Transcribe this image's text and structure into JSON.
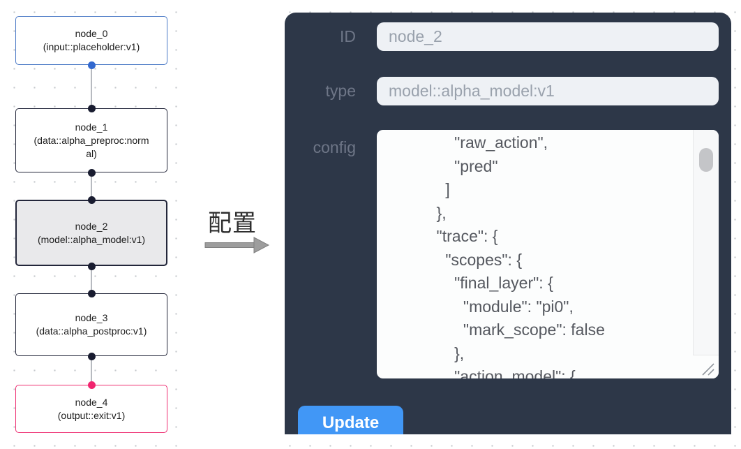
{
  "flow": {
    "nodes": [
      {
        "title": "node_0",
        "subtitle": "(input::placeholder:v1)",
        "kind": "input"
      },
      {
        "title": "node_1",
        "subtitle": "(data::alpha_preproc:normal)",
        "kind": "data"
      },
      {
        "title": "node_2",
        "subtitle": "(model::alpha_model:v1)",
        "kind": "model",
        "selected": true
      },
      {
        "title": "node_3",
        "subtitle": "(data::alpha_postproc:v1)",
        "kind": "data"
      },
      {
        "title": "node_4",
        "subtitle": "(output::exit:v1)",
        "kind": "output"
      }
    ]
  },
  "transition": {
    "label": "配置"
  },
  "panel": {
    "id_label": "ID",
    "id_value": "node_2",
    "type_label": "type",
    "type_value": "model::alpha_model:v1",
    "config_label": "config",
    "config_value": "        \"raw_action\",\n        \"pred\"\n      ]\n    },\n    \"trace\": {\n      \"scopes\": {\n        \"final_layer\": {\n          \"module\": \"pi0\",\n          \"mark_scope\": false\n        },\n        \"action_model\": {",
    "update_label": "Update"
  },
  "colors": {
    "panel_bg": "#2d3748",
    "accent_blue": "#4197f6",
    "input_node_border": "#4a79c6",
    "default_node_border": "#23263a",
    "output_node_border": "#ee2e72",
    "selected_node_bg": "#e9e9eb",
    "port_dark": "#191c30",
    "port_blue": "#3268cf",
    "port_pink": "#f1256f",
    "edge_gray": "#b7bac0"
  }
}
